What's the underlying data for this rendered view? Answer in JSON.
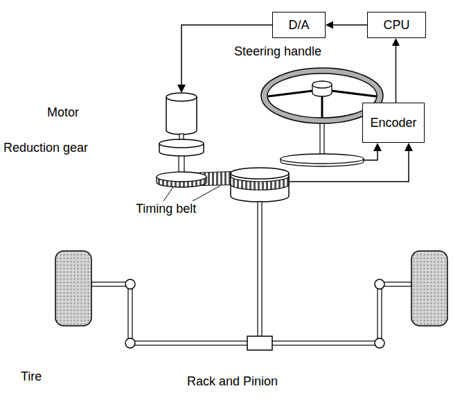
{
  "diagram": {
    "nodes": [
      {
        "text": [
          "D/A"
        ]
      },
      {
        "text": [
          "CPU"
        ]
      },
      {
        "text": [
          "Encoder"
        ]
      }
    ],
    "edges": [
      {
        "from": 1,
        "to": 0,
        "arrow": "to"
      },
      {
        "from": 2,
        "to": 1,
        "arrow": "to"
      }
    ],
    "labels": [
      "Steering handle",
      "Motor",
      "Reduction gear",
      "Timing belt",
      "Tire",
      "Rack and Pinion"
    ]
  }
}
